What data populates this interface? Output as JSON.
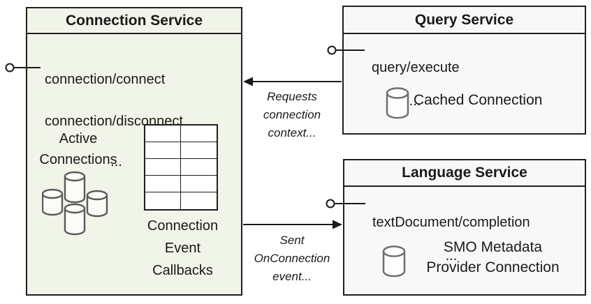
{
  "diagram": {
    "connection_service": {
      "title": "Connection Service",
      "methods": [
        "connection/connect",
        "connection/disconnect"
      ],
      "ellipsis": "...",
      "active_connections_label": "Active\nConnections",
      "callbacks_label": "Connection\nEvent\nCallbacks"
    },
    "query_service": {
      "title": "Query Service",
      "methods": [
        "query/execute"
      ],
      "ellipsis": "...",
      "cache_label": "Cached Connection"
    },
    "language_service": {
      "title": "Language Service",
      "methods": [
        "textDocument/completion"
      ],
      "ellipsis": "...",
      "cache_label": "SMO Metadata\nProvider Connection"
    },
    "arrows": [
      {
        "id": "requests",
        "from": "Query Service",
        "to": "Connection Service",
        "direction": "left",
        "label": "Requests\nconnection\ncontext..."
      },
      {
        "id": "sent",
        "from": "Connection Service",
        "to": "Language Service",
        "direction": "right",
        "label": "Sent\nOnConnection\nevent..."
      }
    ],
    "colors": {
      "connection_box_fill": "#f1f4e8",
      "service_box_fill": "#f7f8f7",
      "border": "#1f1f1f",
      "text": "#1a1a1a",
      "cylinder_cluster_stroke": "#5a5a5a",
      "cylinder_icon_stroke": "#6e6e6e"
    }
  }
}
